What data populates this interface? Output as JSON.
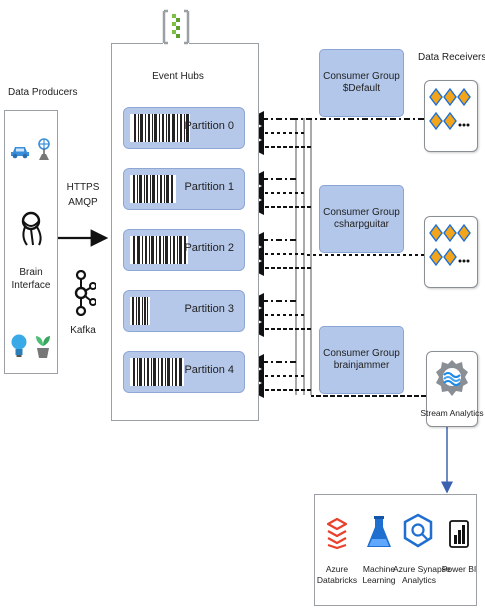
{
  "producers": {
    "title": "Data Producers",
    "brain_label_1": "Brain",
    "brain_label_2": "Interface"
  },
  "protocols": {
    "https": "HTTPS",
    "amqp": "AMQP",
    "kafka": "Kafka"
  },
  "event_hubs": {
    "title": "Event Hubs",
    "partitions": [
      "Partition 0",
      "Partition 1",
      "Partition 2",
      "Partition 3",
      "Partition 4"
    ]
  },
  "consumer_groups": [
    {
      "line1": "Consumer Group",
      "line2": "$Default"
    },
    {
      "line1": "Consumer Group",
      "line2": "csharpguitar"
    },
    {
      "line1": "Consumer Group",
      "line2": "brainjammer"
    }
  ],
  "receivers": {
    "title": "Data Receivers",
    "ellipsis": "..."
  },
  "stream_analytics": {
    "label": "Stream Analytics"
  },
  "outputs": [
    {
      "line1": "Azure",
      "line2": "Databricks",
      "line3": ""
    },
    {
      "line1": "Machine",
      "line2": "Learning",
      "line3": ""
    },
    {
      "line1": "Azure Synapse",
      "line2": "Analytics",
      "line3": ""
    },
    {
      "line1": "Power BI",
      "line2": "",
      "line3": ""
    }
  ],
  "colors": {
    "partition_fill": "#b6c8ea",
    "consumer_group_fill": "#b3c7ea",
    "arrow": "#111111",
    "output_arrow": "#3a62b0"
  }
}
